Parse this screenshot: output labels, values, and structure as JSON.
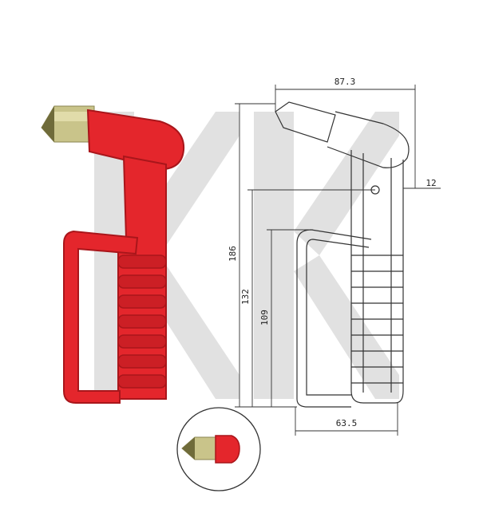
{
  "colors": {
    "background": "#ffffff",
    "product_red": "#e4262c",
    "product_red_dark": "#a9161b",
    "spike_metal": "#c9c48a",
    "watermark_gray": "#c9c9c9",
    "drawing_line": "#333333"
  },
  "icons": {
    "main_product": "emergency-hammer-red",
    "detail": "spike-tip-closeup",
    "watermark": "k-logo-watermark"
  },
  "dimensions": {
    "overall_width": "87.3",
    "tip_offset": "12",
    "total_height": "186",
    "handle_height": "132",
    "grip_height": "109",
    "base_width": "63.5"
  }
}
